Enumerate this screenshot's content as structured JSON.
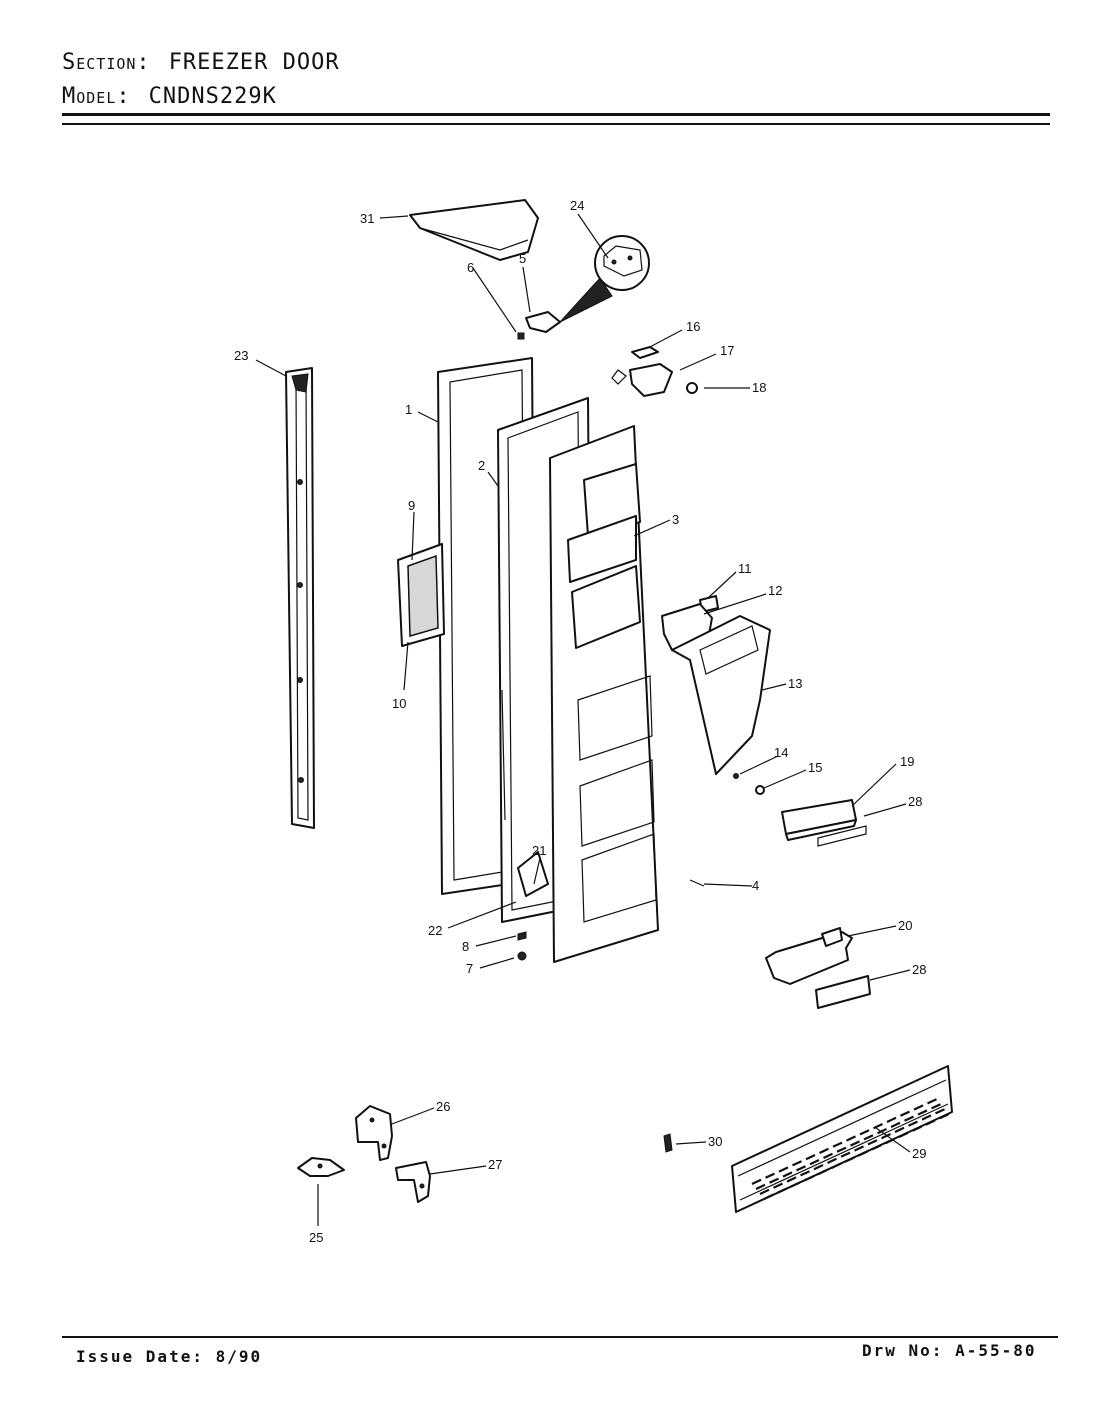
{
  "header": {
    "section_label": "Section:",
    "section_value": "FREEZER DOOR",
    "model_label": "Model:",
    "model_value": "CNDNS229K"
  },
  "footer": {
    "issue_date": "Issue Date: 8/90",
    "drawing_number": "Drw No: A-55-80"
  },
  "callouts": {
    "c1": "1",
    "c2": "2",
    "c3": "3",
    "c4": "4",
    "c5": "5",
    "c6": "6",
    "c7": "7",
    "c8": "8",
    "c9": "9",
    "c10": "10",
    "c11": "11",
    "c12": "12",
    "c13": "13",
    "c14": "14",
    "c15": "15",
    "c16": "16",
    "c17": "17",
    "c18": "18",
    "c19": "19",
    "c20": "20",
    "c21": "21",
    "c22": "22",
    "c23": "23",
    "c24": "24",
    "c25": "25",
    "c26": "26",
    "c27": "27",
    "c28a": "28",
    "c28b": "28",
    "c29": "29",
    "c30": "30",
    "c31": "31"
  }
}
